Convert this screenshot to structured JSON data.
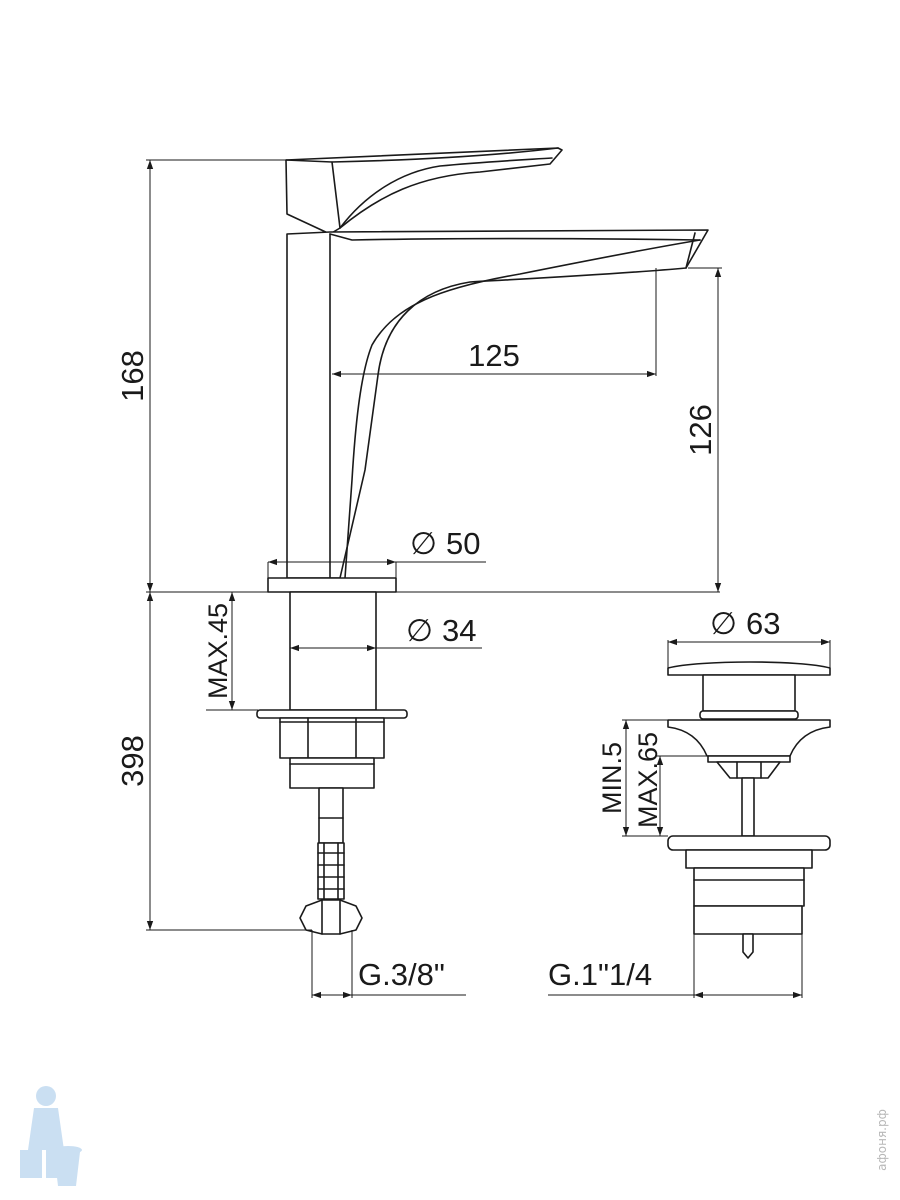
{
  "drawing": {
    "dimensions": {
      "total_height": "168",
      "spout_reach": "125",
      "spout_height": "126",
      "base_diameter": "50",
      "shank_diameter": "34",
      "max_thickness": "MAX.45",
      "hose_length": "398",
      "waste_diameter": "63",
      "min_thickness": "MIN.5",
      "max_thickness_waste": "MAX.65",
      "hose_thread": "G.3/8\"",
      "waste_thread": "G.1\"1/4"
    },
    "diameter_symbol": "∅",
    "watermark": {
      "text": "афоня.рф",
      "logo_icon": "plumber-mascot-icon"
    },
    "colors": {
      "line": "#1a1a1a",
      "background": "#ffffff",
      "watermark": "#9fc5e8"
    }
  }
}
